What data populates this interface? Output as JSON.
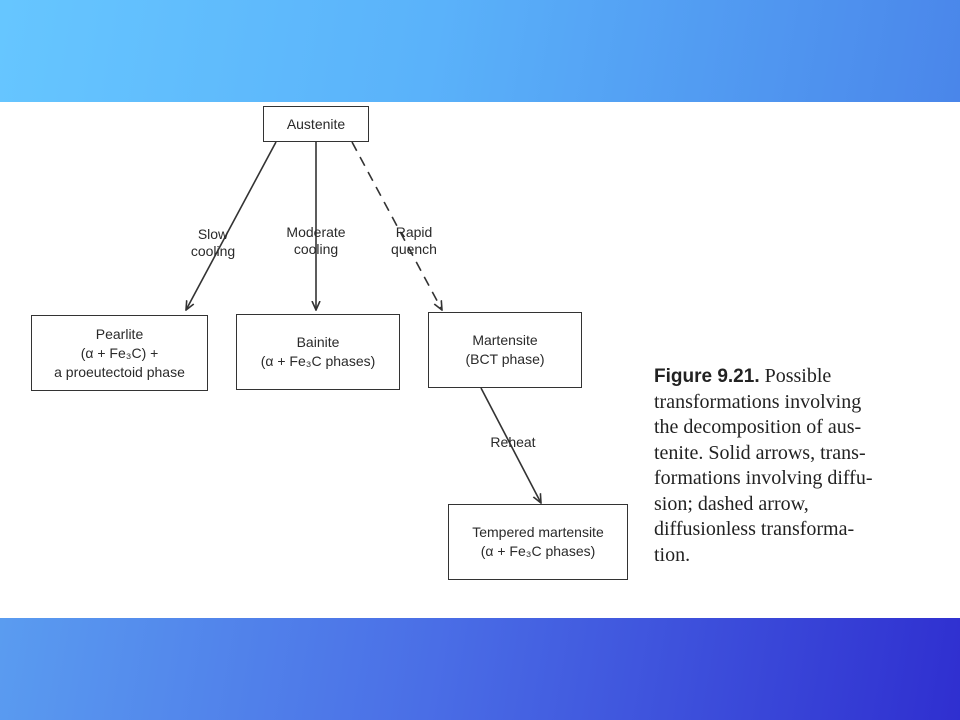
{
  "nodes": {
    "austenite": {
      "label": "Austenite"
    },
    "pearlite": {
      "line1": "Pearlite",
      "line2": "(α + Fe₃C) +",
      "line3": "a proeutectoid phase"
    },
    "bainite": {
      "line1": "Bainite",
      "line2": "(α + Fe₃C phases)"
    },
    "martensite": {
      "line1": "Martensite",
      "line2": "(BCT phase)"
    },
    "tempered": {
      "line1": "Tempered martensite",
      "line2": "(α + Fe₃C phases)"
    }
  },
  "edges": {
    "slow": {
      "line1": "Slow",
      "line2": "cooling"
    },
    "moderate": {
      "line1": "Moderate",
      "line2": "cooling"
    },
    "rapid": {
      "line1": "Rapid",
      "line2": "quench"
    },
    "reheat": {
      "line1": "Reheat"
    }
  },
  "caption": {
    "figure_label": "Figure 9.21.",
    "lines": [
      " Possible",
      "transformations involving",
      "the decomposition of aus-",
      "tenite. Solid arrows, trans-",
      "formations involving diffu-",
      "sion; dashed arrow,",
      "diffusionless transforma-",
      "tion."
    ]
  }
}
